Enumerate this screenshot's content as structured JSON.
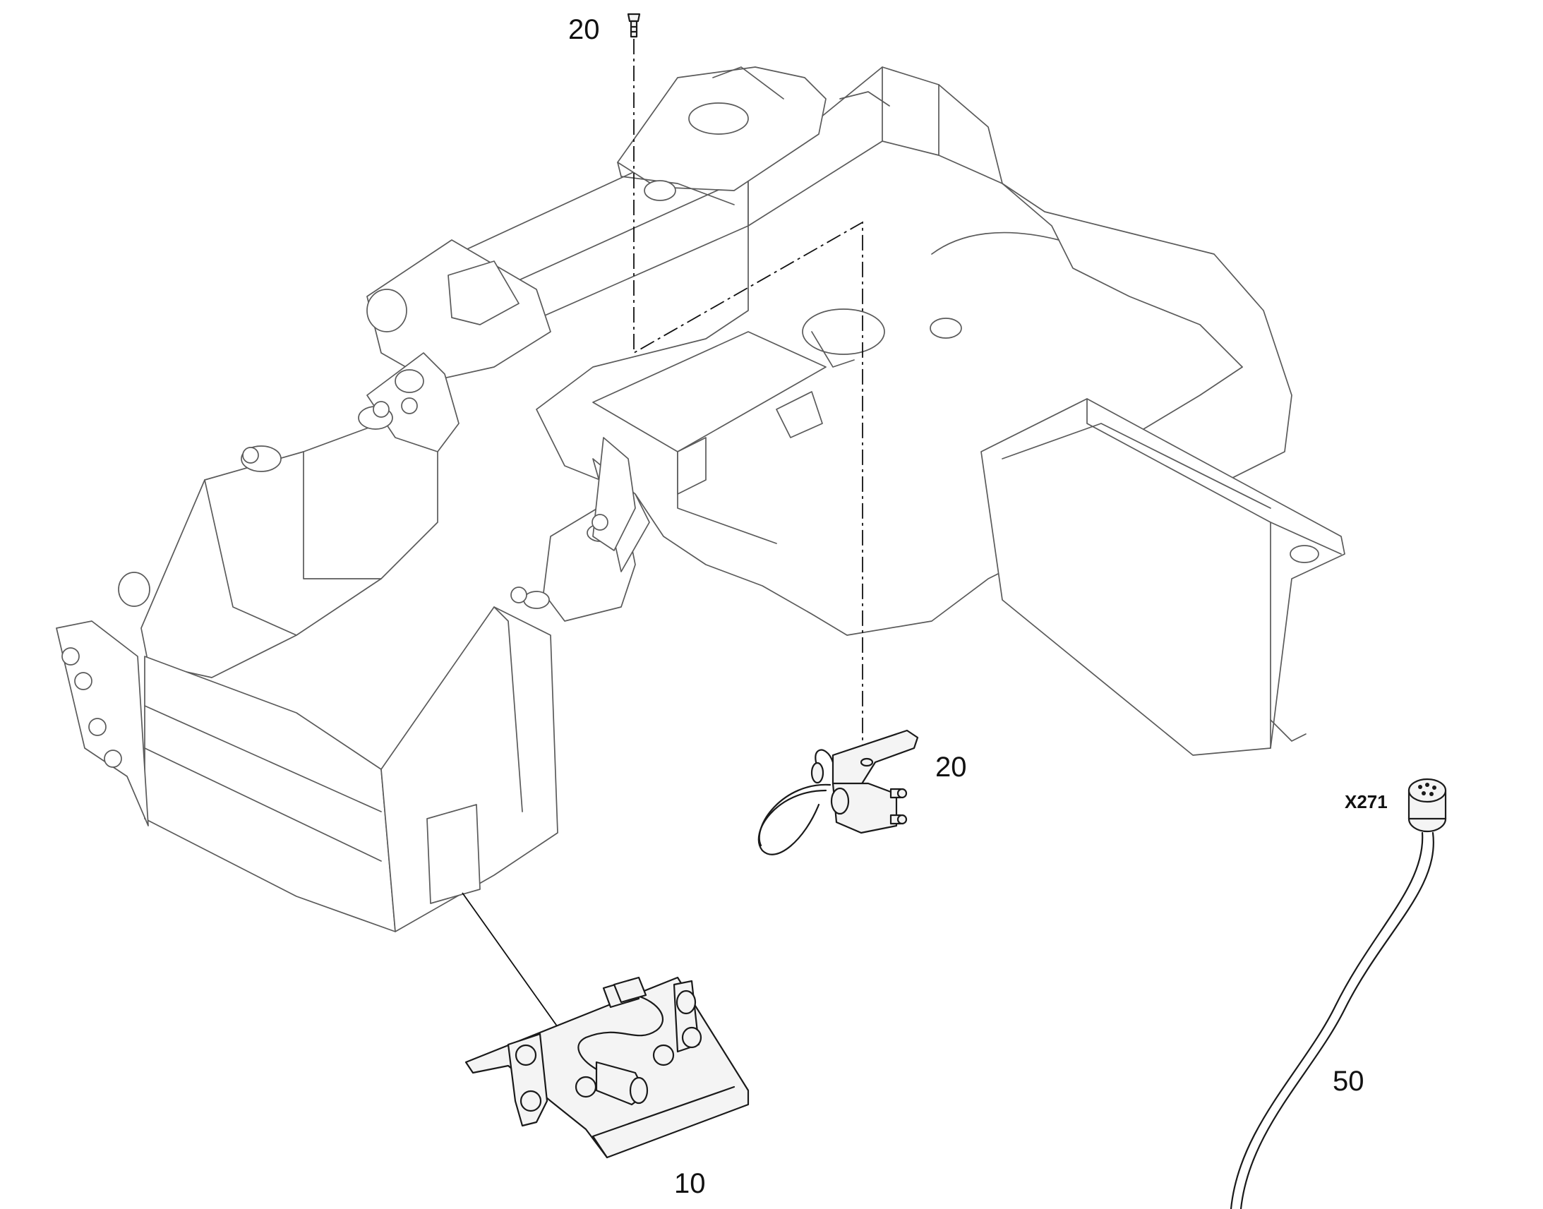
{
  "callouts": {
    "top_screw": "20",
    "switch": "20",
    "sensor_bracket": "10",
    "harness": "50"
  },
  "connector": {
    "label": "X271"
  },
  "colors": {
    "line": "#1a1a1a",
    "ghost": "#5a5a5a",
    "background": "#ffffff"
  }
}
